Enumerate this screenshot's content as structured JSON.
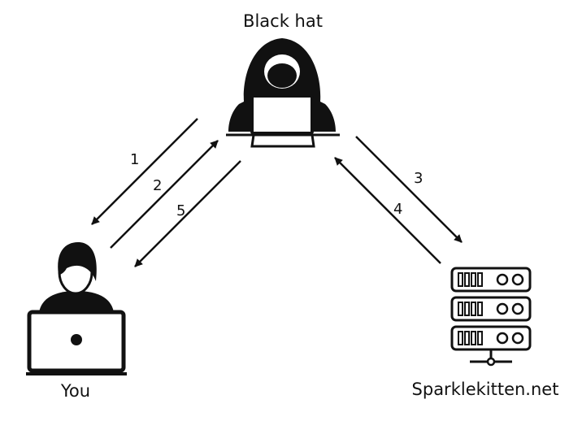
{
  "nodes": {
    "attacker": {
      "label": "Black hat"
    },
    "user": {
      "label": "You"
    },
    "server": {
      "label": "Sparklekitten.net"
    }
  },
  "steps": [
    "1",
    "2",
    "3",
    "4",
    "5"
  ],
  "colors": {
    "ink": "#111111",
    "background": "#ffffff"
  }
}
